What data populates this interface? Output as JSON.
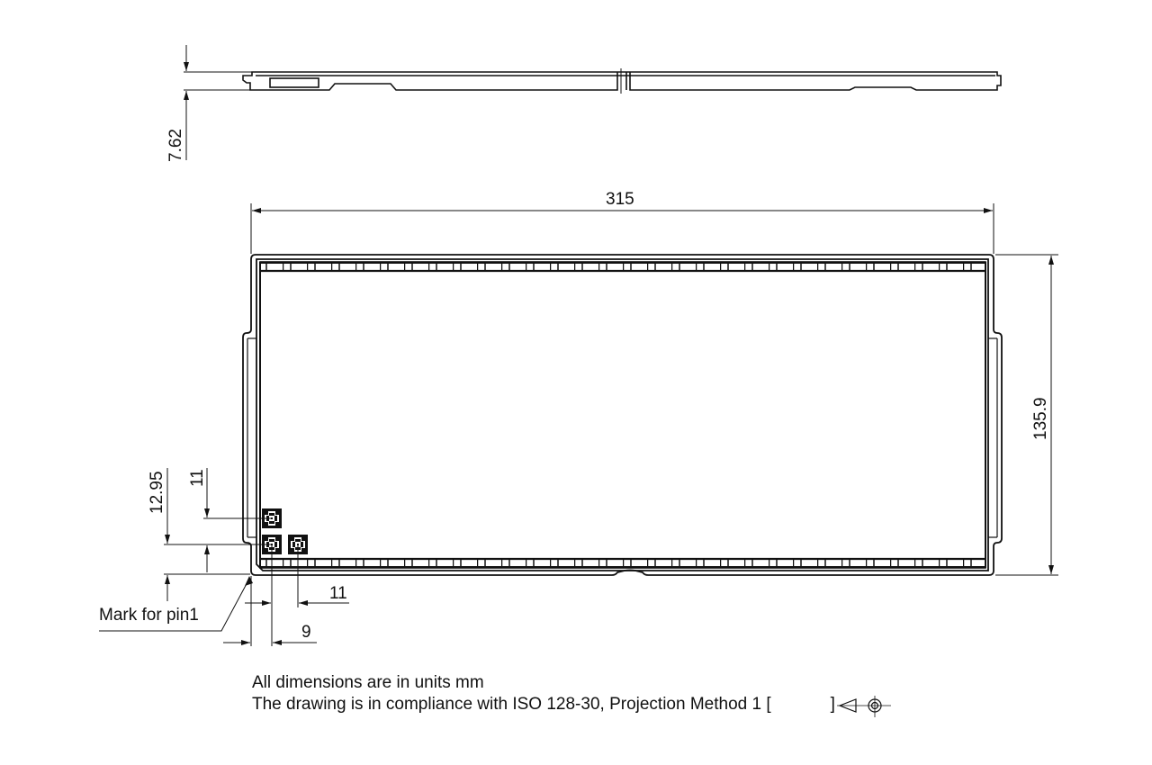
{
  "drawing": {
    "views": {
      "side_view": {
        "height_dim": "7.62"
      },
      "top_view": {
        "width_dim": "315",
        "height_dim": "135.9",
        "pin_offset_vertical": "12.95",
        "pad_pitch_vertical": "11",
        "pad_pitch_horizontal": "11",
        "pin_offset_horizontal": "9",
        "pin1_label": "Mark for pin1"
      }
    },
    "notes": [
      "All dimensions are in units mm",
      "The drawing is in compliance with ISO 128-30, Projection Method 1 ["
    ],
    "notes_suffix": "]",
    "projection_symbol": "first-angle-projection-icon",
    "line_color": "#111111",
    "background": "#ffffff"
  }
}
